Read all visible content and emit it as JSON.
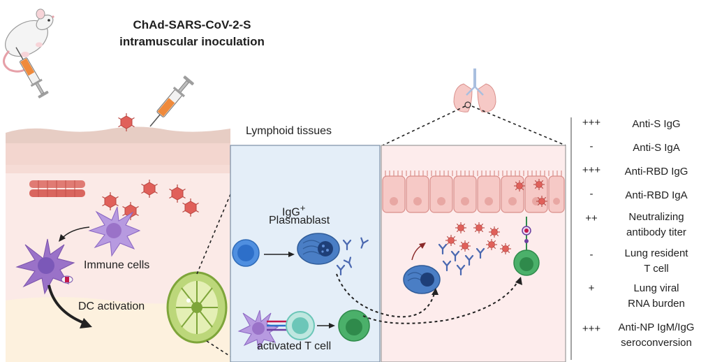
{
  "title": {
    "line1": "ChAd-SARS-CoV-2-S",
    "line2": "intramuscular inoculation"
  },
  "labels": {
    "lymphoid": "Lymphoid tissues",
    "igg": "IgG",
    "igg_sup": "+",
    "plasmablast": "Plasmablast",
    "immune_cells": "Immune cells",
    "dc_activation": "DC activation",
    "activated_t": "activated T cell"
  },
  "readouts": [
    {
      "level": "+++",
      "line1": "Anti-S IgG",
      "line2": ""
    },
    {
      "level": "-",
      "line1": "Anti-S IgA",
      "line2": ""
    },
    {
      "level": "+++",
      "line1": "Anti-RBD IgG",
      "line2": ""
    },
    {
      "level": "-",
      "line1": "Anti-RBD IgA",
      "line2": ""
    },
    {
      "level": "++",
      "line1": "Neutralizing",
      "line2": "antibody titer"
    },
    {
      "level": "-",
      "line1": "Lung resident",
      "line2": "T cell"
    },
    {
      "level": "+",
      "line1": "Lung viral",
      "line2": "RNA burden"
    },
    {
      "level": "+++",
      "line1": "Anti-NP IgM/IgG",
      "line2": "seroconversion"
    }
  ],
  "colors": {
    "skin": "#f6dcd6",
    "dermis": "#fbe6e3",
    "fat": "#fdf1de",
    "lymph_panel": "#e4eef8",
    "lung_panel": "#fdecec",
    "virus": "#e0605a",
    "dc": "#9a72c8",
    "b_cell": "#4f8fe0",
    "t_cell": "#6cc6b8",
    "green_cell": "#4bb06a"
  }
}
